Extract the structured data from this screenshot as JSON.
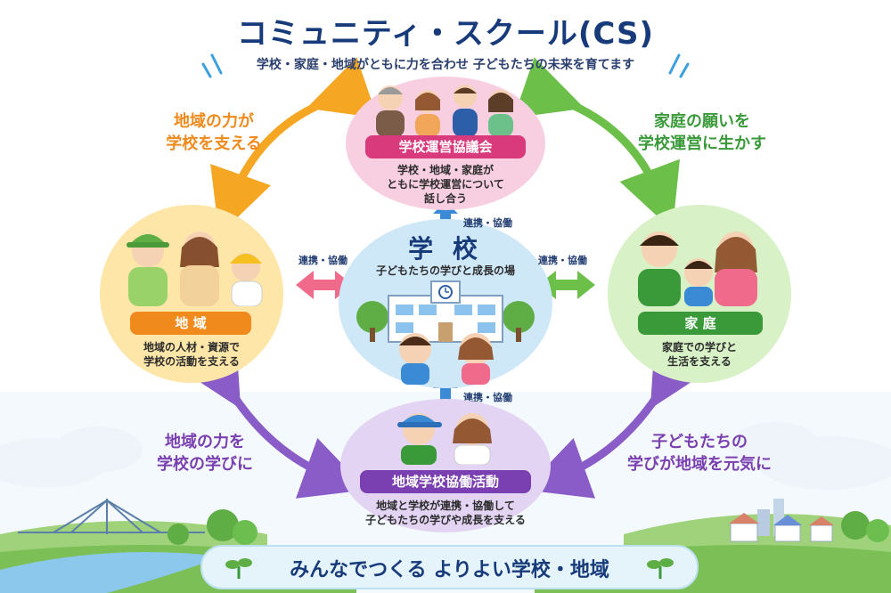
{
  "title": "コミュニティ・スクール(CS)",
  "subtitle": "学校・家庭・地域がともに力を合わせ 子どもたちの未来を育てます",
  "top_circle": {
    "label": "学校運営協議会",
    "desc_lines": [
      "学校・地域・家庭が",
      "ともに学校運営について",
      "話し合う"
    ],
    "color": "#f8cfe0",
    "pill_color": "#d93a7b"
  },
  "center_circle": {
    "title": "学 校",
    "desc": "子どもたちの学びと成長の場",
    "color": "#cfe8f8"
  },
  "left_circle": {
    "label": "地 域",
    "desc_lines": [
      "地域の人材・資源で",
      "学校の活動を支える"
    ],
    "color": "#fde6a8",
    "pill_color": "#f08a1c"
  },
  "right_circle": {
    "label": "家 庭",
    "desc_lines": [
      "家庭での学びと",
      "生活を支える"
    ],
    "color": "#d8f1c6",
    "pill_color": "#3a9a3a"
  },
  "bottom_circle": {
    "label": "地域学校協働活動",
    "desc_lines": [
      "地域と学校が連携・協働して",
      "子どもたちの学びや成長を支える"
    ],
    "color": "#e3d4f3",
    "pill_color": "#7a3fb0"
  },
  "side_texts": {
    "top_left": [
      "地域の力が",
      "学校を支える"
    ],
    "top_right": [
      "家庭の願いを",
      "学校運営に生かす"
    ],
    "bottom_left": [
      "地域の力を",
      "学校の学びに"
    ],
    "bottom_right": [
      "子どもたちの",
      "学びが地域を元気に"
    ]
  },
  "link_label": "連携・協働",
  "bottom_banner": "みんなでつくる よりよい学校・地域",
  "colors": {
    "orange_arrow": "#f5a623",
    "green_arrow": "#6cc04a",
    "purple_arrow": "#8a5cc8",
    "pink_arrow": "#f06b8b",
    "blue_arrow": "#3a8ad6",
    "title": "#173a7a"
  }
}
